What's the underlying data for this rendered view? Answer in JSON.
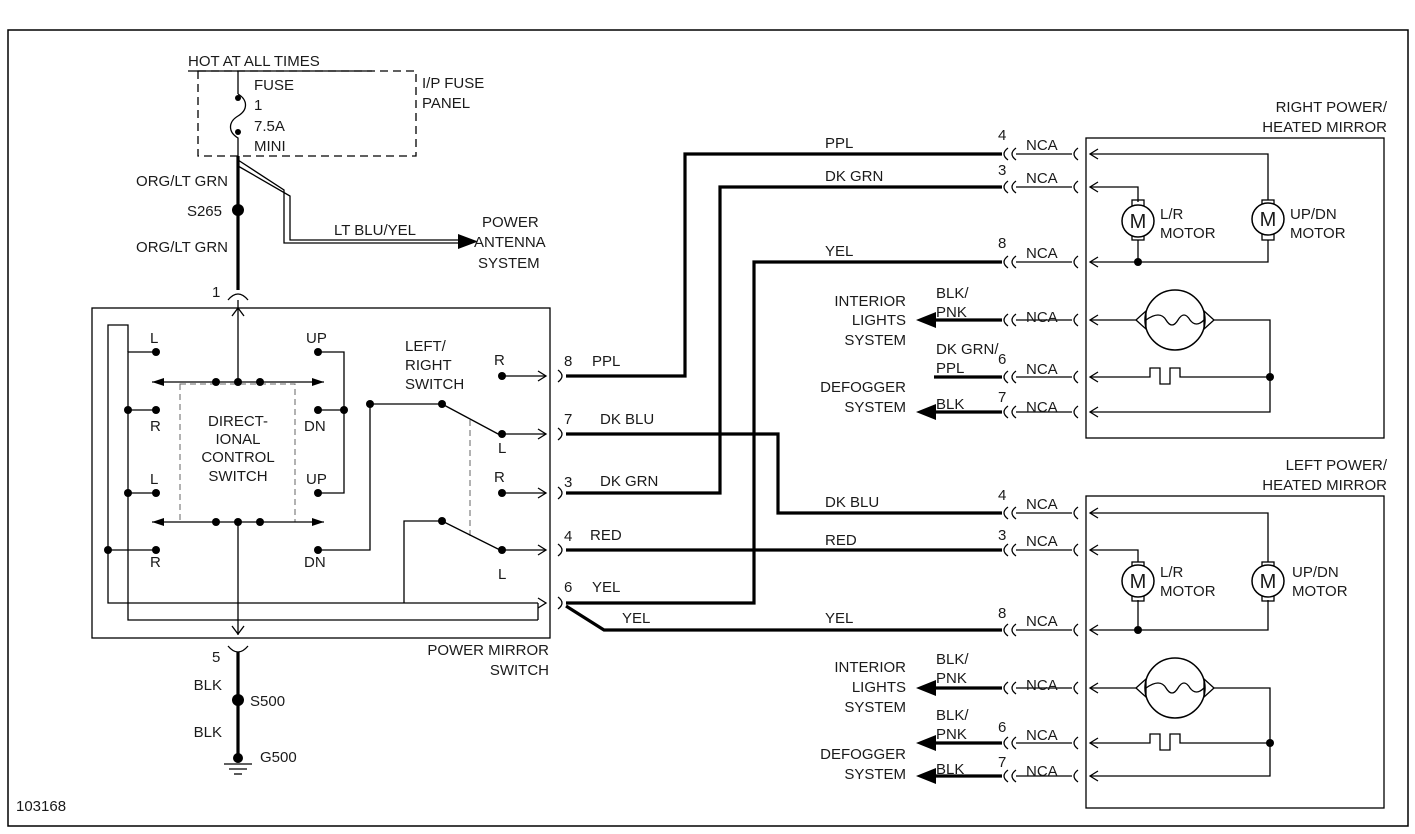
{
  "figure_id": "103168",
  "power": {
    "hot_label": "HOT AT ALL TIMES",
    "fuse_panel_label": [
      "I/P FUSE",
      "PANEL"
    ],
    "fuse_lines": [
      "FUSE",
      "1",
      "7.5A",
      "MINI"
    ],
    "wire_color_upper": "ORG/LT GRN",
    "splice_upper": "S265",
    "wire_color_lower": "ORG/LT GRN",
    "antenna_wire": "LT BLU/YEL",
    "antenna_system": [
      "POWER",
      "ANTENNA",
      "SYSTEM"
    ]
  },
  "switch": {
    "label": [
      "POWER MIRROR",
      "SWITCH"
    ],
    "pin_top": "1",
    "pin_bottom": "5",
    "directional_label": [
      "DIRECT-",
      "IONAL",
      "CONTROL",
      "SWITCH"
    ],
    "dir_letters": [
      "L",
      "UP",
      "R",
      "DN",
      "L",
      "UP",
      "R",
      "DN"
    ],
    "lr_switch_label": [
      "LEFT/",
      "RIGHT",
      "SWITCH"
    ],
    "lr_letters": [
      "R",
      "L",
      "R",
      "L"
    ],
    "outputs": [
      {
        "pin": "8",
        "color": "PPL"
      },
      {
        "pin": "7",
        "color": "DK BLU"
      },
      {
        "pin": "3",
        "color": "DK GRN"
      },
      {
        "pin": "4",
        "color": "RED"
      },
      {
        "pin": "6",
        "color": "YEL"
      }
    ],
    "extra_yel": "YEL"
  },
  "ground": {
    "wire_upper": "BLK",
    "splice": "S500",
    "wire_lower": "BLK",
    "ground_id": "G500"
  },
  "right_mirror": {
    "title": [
      "RIGHT POWER/",
      "HEATED MIRROR"
    ],
    "wires": [
      {
        "color": "PPL",
        "pin": "4",
        "nca": "NCA"
      },
      {
        "color": "DK GRN",
        "pin": "3",
        "nca": "NCA"
      },
      {
        "color": "YEL",
        "pin": "8",
        "nca": "NCA"
      }
    ],
    "motor_symbol": "M",
    "lr_motor": [
      "L/R",
      "MOTOR"
    ],
    "updn_motor": [
      "UP/DN",
      "MOTOR"
    ],
    "interior_lights": [
      "INTERIOR",
      "LIGHTS",
      "SYSTEM"
    ],
    "interior_wire": [
      "BLK/",
      "PNK"
    ],
    "defogger": [
      "DEFOGGER",
      "SYSTEM"
    ],
    "defogger_wire": [
      "DK GRN/",
      "PPL"
    ],
    "defogger_pin": "6",
    "blk": "BLK",
    "blk_pin": "7",
    "nca": "NCA"
  },
  "left_mirror": {
    "title": [
      "LEFT POWER/",
      "HEATED MIRROR"
    ],
    "wires": [
      {
        "color": "DK BLU",
        "pin": "4",
        "nca": "NCA"
      },
      {
        "color": "RED",
        "pin": "3",
        "nca": "NCA"
      },
      {
        "color": "YEL",
        "pin": "8",
        "nca": "NCA"
      }
    ],
    "motor_symbol": "M",
    "lr_motor": [
      "L/R",
      "MOTOR"
    ],
    "updn_motor": [
      "UP/DN",
      "MOTOR"
    ],
    "interior_lights": [
      "INTERIOR",
      "LIGHTS",
      "SYSTEM"
    ],
    "interior_wire": [
      "BLK/",
      "PNK"
    ],
    "defogger": [
      "DEFOGGER",
      "SYSTEM"
    ],
    "defogger_wire": [
      "BLK/",
      "PNK"
    ],
    "defogger_pin": "6",
    "blk": "BLK",
    "blk_pin": "7",
    "nca": "NCA"
  }
}
